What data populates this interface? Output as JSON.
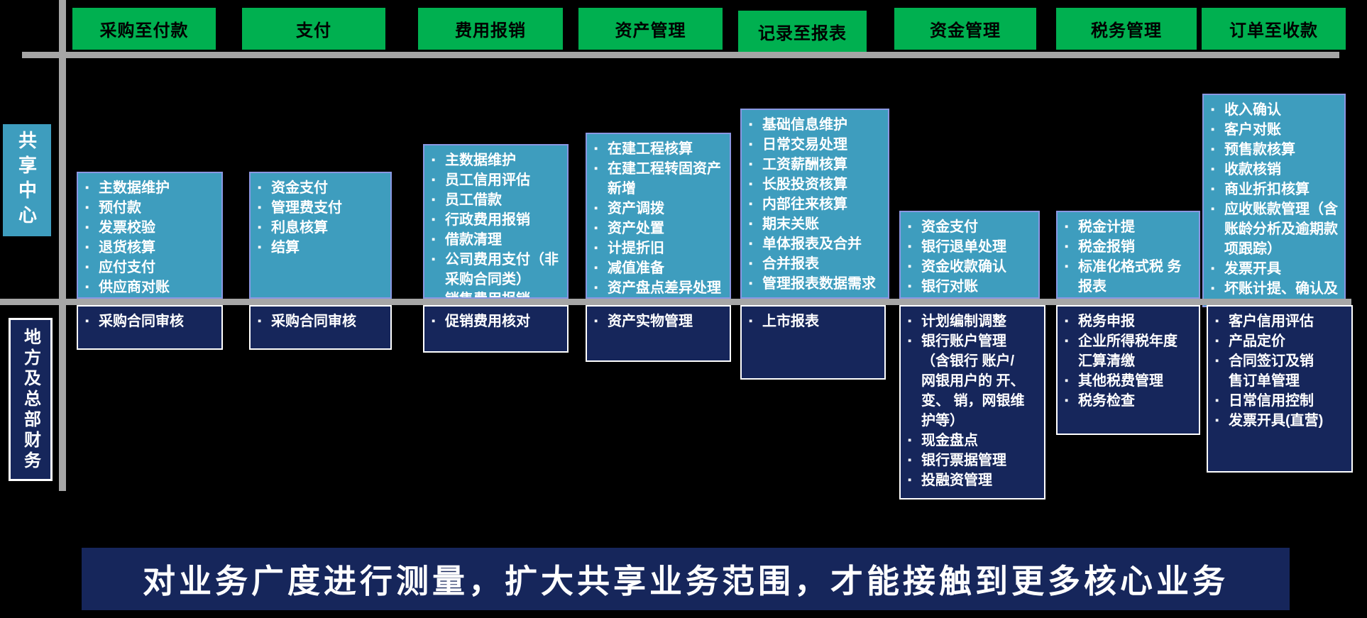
{
  "rows": {
    "shared": {
      "label": "共享中心"
    },
    "local": {
      "label": "地方及总部财务"
    }
  },
  "columns": [
    {
      "header": "采购至付款",
      "shared": [
        "主数据维护",
        "预付款",
        "发票校验",
        "退货核算",
        "应付支付",
        "供应商对账"
      ],
      "local": [
        "采购合同审核"
      ]
    },
    {
      "header": "支付",
      "shared": [
        "资金支付",
        "管理费支付",
        "利息核算",
        "结算"
      ],
      "local": [
        "采购合同审核"
      ]
    },
    {
      "header": "费用报销",
      "shared": [
        "主数据维护",
        "员工信用评估",
        "员工借款",
        "行政费用报销",
        "借款清理",
        "公司费用支付（非\n采购合同类）",
        "销售费用报销"
      ],
      "local": [
        "促销费用核对"
      ]
    },
    {
      "header": "资产管理",
      "shared": [
        "在建工程核算",
        "在建工程转固资产\n新增",
        "资产调拨",
        "资产处置",
        "计提折旧",
        "减值准备",
        "资产盘点差异处理"
      ],
      "local": [
        "资产实物管理"
      ]
    },
    {
      "header": "记录至报表",
      "shared": [
        "基础信息维护",
        "日常交易处理",
        "工资薪酬核算",
        "长股投资核算",
        "内部往来核算",
        "期末关账",
        "单体报表及合并",
        "合并报表",
        "管理报表数据需求"
      ],
      "local": [
        "上市报表"
      ]
    },
    {
      "header": "资金管理",
      "shared": [
        "资金支付",
        "银行退单处理",
        "资金收款确认",
        "银行对账"
      ],
      "local": [
        "计划编制调整",
        "银行账户管理\n（含银行 账户/\n网银用户的 开、\n变、 销，网银维\n护等）",
        "现金盘点",
        "银行票据管理",
        "投融资管理"
      ]
    },
    {
      "header": "税务管理",
      "shared": [
        "税金计提",
        "税金报销",
        "标准化格式税 务\n报表"
      ],
      "local": [
        "税务申报",
        "企业所得税年度\n汇算清缴",
        "其他税费管理",
        "税务检查"
      ]
    },
    {
      "header": "订单至收款",
      "shared": [
        "收入确认",
        "客户对账",
        "预售款核算",
        "收款核销",
        "商业折扣核算",
        "应收账款管理（含\n账龄分析及逾期款\n项跟踪）",
        "发票开具",
        "坏账计提、确认及\n冲销核算"
      ],
      "local": [
        "客户信用评估",
        "产品定价",
        "合同签订及销\n售订单管理",
        "日常信用控制",
        "发票开具(直营)"
      ]
    }
  ],
  "banner": {
    "text": "对业务广度进行测量，扩大共享业务范围，才能接触到更多核心业务"
  },
  "colors": {
    "header_green": "#00B050",
    "shared_blue": "#3E9DBE",
    "navy": "#16265B",
    "grid_gray": "#A6A6A6",
    "shared_box_border": "#8A97E2",
    "text_white": "#FFFFFF",
    "header_text_black": "#000000"
  }
}
